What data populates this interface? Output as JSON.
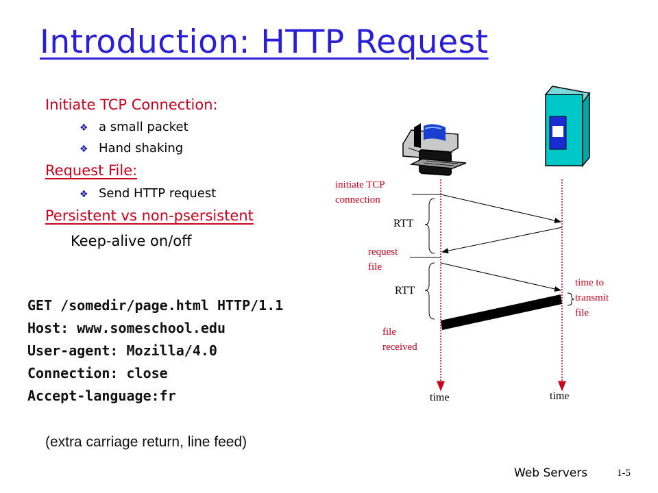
{
  "title": "Introduction: HTTP Request",
  "bullets": {
    "tcp_heading": "Initiate TCP Connection:",
    "tcp_items": [
      "a small packet",
      "Hand shaking"
    ],
    "request_heading": "Request File:",
    "request_items": [
      "Send HTTP request"
    ],
    "persistent_heading": "Persistent vs non-psersistent",
    "keepalive": "Keep-alive on/off"
  },
  "http_request": {
    "lines": [
      "GET /somedir/page.html HTTP/1.1",
      "Host: www.someschool.edu",
      "User-agent: Mozilla/4.0",
      "Connection: close",
      "Accept-language:fr"
    ],
    "note": "(extra carriage return, line feed)"
  },
  "diagram": {
    "initiate_line1": "initiate TCP",
    "initiate_line2": "connection",
    "rtt1": "RTT",
    "request_line1": "request",
    "request_line2": "file",
    "rtt2": "RTT",
    "transmit_line1": "time to",
    "transmit_line2": "transmit",
    "transmit_line3": "file",
    "received_line1": "file",
    "received_line2": "received",
    "client_time": "time",
    "server_time": "time"
  },
  "colors": {
    "title": "#2b1fd6",
    "accent": "#c8001e",
    "server": "#00c8c8"
  },
  "footer": {
    "label": "Web Servers",
    "page": "1-5"
  }
}
